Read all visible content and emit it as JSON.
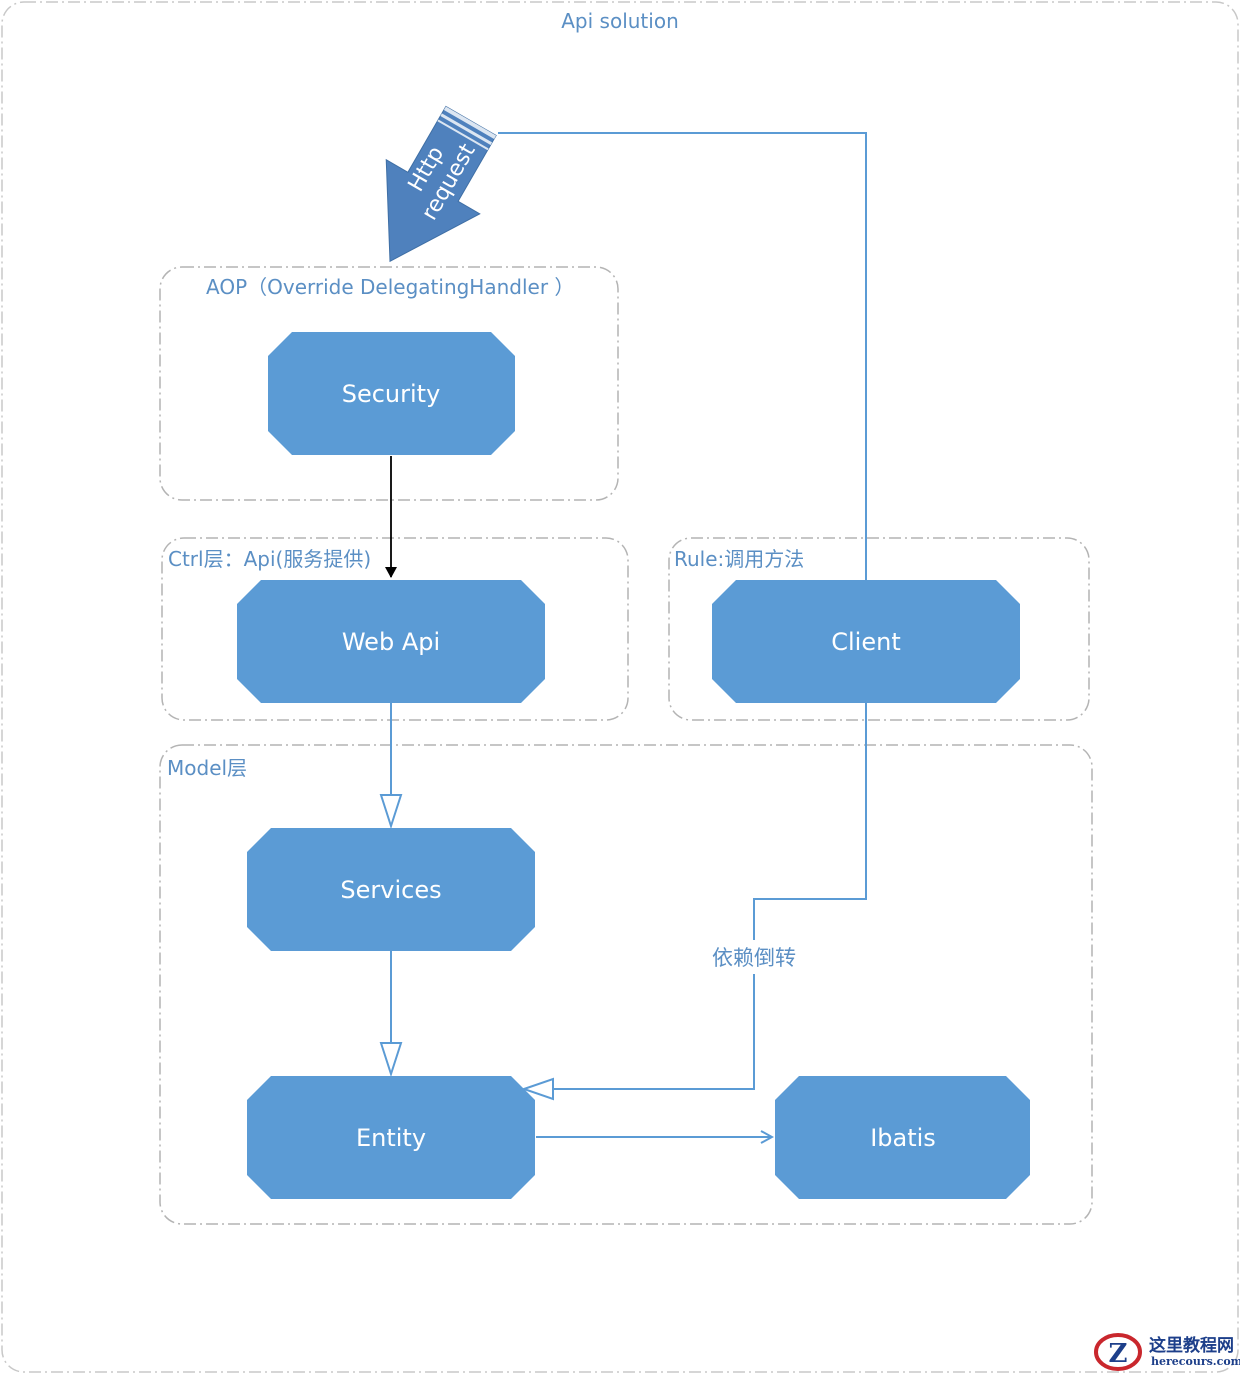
{
  "diagram": {
    "title": "Api solution",
    "groups": {
      "aop": "AOP（Override DelegatingHandler  ）",
      "ctrl": "Ctrl层：Api(服务提供)",
      "rule": "Rule:调用方法",
      "model": "Model层"
    },
    "nodes": {
      "security": "Security",
      "web_api": "Web Api",
      "client": "Client",
      "services": "Services",
      "entity": "Entity",
      "ibatis": "Ibatis"
    },
    "http_arrow": {
      "line1": "Http",
      "line2": "request"
    },
    "edge_labels": {
      "dependency_inversion": "依赖倒转"
    },
    "colors": {
      "node_fill": "#5b9bd5",
      "line": "#5b9bd5",
      "label_text": "#5b8fc4",
      "group_border": "#b4b4b4",
      "http_arrow_fill": "#4f81bd"
    }
  },
  "watermark": {
    "title": "这里教程网",
    "url": "herecours.com"
  }
}
